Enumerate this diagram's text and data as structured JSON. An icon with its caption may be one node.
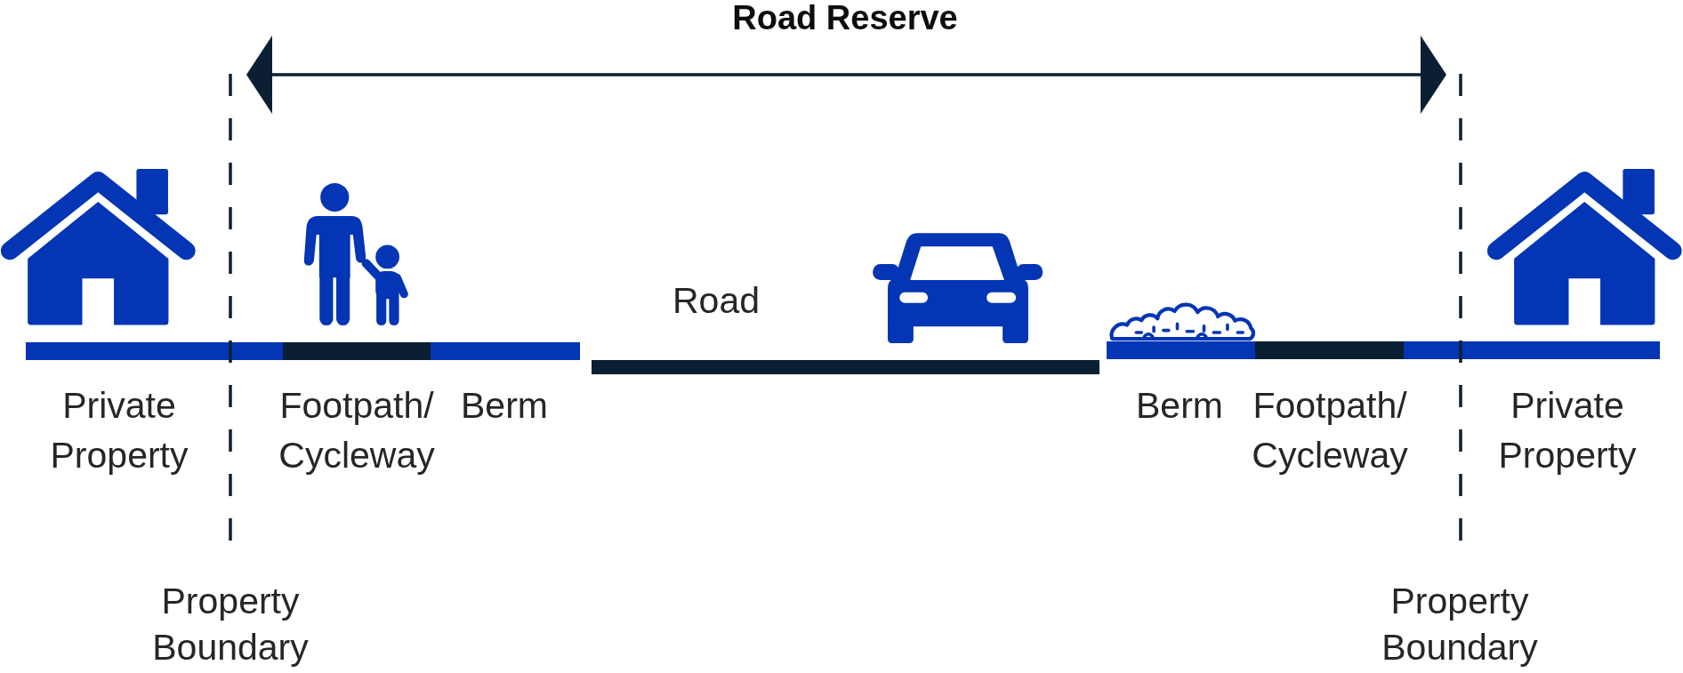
{
  "diagram": {
    "title": "Road Reserve",
    "labels": [
      "Road",
      "Private Property",
      "Footpath/ Cycleway",
      "Berm",
      "Berm",
      "Footpath/ Cycleway",
      "Private Property",
      "Property Boundary",
      "Property Boundary"
    ]
  }
}
